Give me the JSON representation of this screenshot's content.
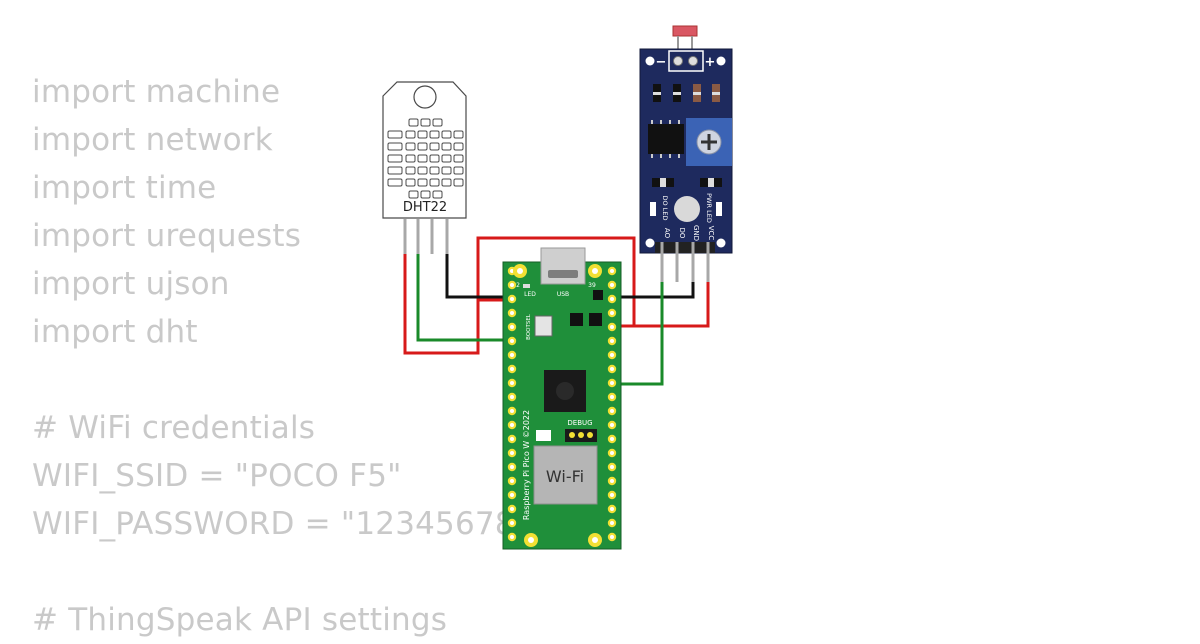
{
  "code_lines": [
    "import machine",
    "import network",
    "import time",
    "import urequests",
    "import ujson",
    "import dht",
    "",
    "# WiFi credentials",
    "WIFI_SSID = \"POCO F5\"",
    "WIFI_PASSWORD = \"12345678a\"",
    "",
    "# ThingSpeak API settings"
  ],
  "dht22": {
    "label": "DHT22"
  },
  "ldr_module": {
    "minus": "−",
    "plus": "+",
    "do_led": "DO LED",
    "pwr_led": "PWR LED",
    "pins": [
      "AO",
      "DO",
      "GND",
      "VCC"
    ]
  },
  "pico": {
    "led_label": "LED",
    "usb_label": "USB",
    "bootsel_label": "BOOTSEL",
    "debug_label": "DEBUG",
    "wifi_label": "Wi-Fi",
    "board_name": "Raspberry Pi Pico W ©2022",
    "pin_top_left": "2",
    "pin_top_right": "39"
  },
  "colors": {
    "wire_red": "#d71a1a",
    "wire_black": "#111111",
    "wire_green": "#1a8a2a",
    "pcb_green": "#1f8f3a",
    "module_blue": "#1e2a5e",
    "pot_blue": "#3b63b5",
    "code_gray": "#c9c9c9"
  }
}
